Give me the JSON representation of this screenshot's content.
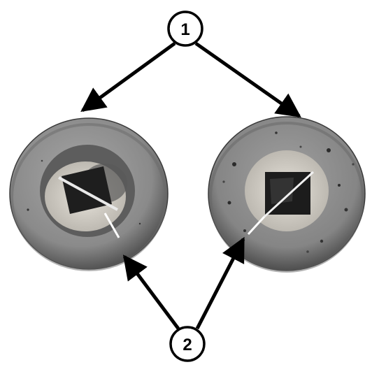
{
  "callouts": [
    {
      "id": "1",
      "label": "1"
    },
    {
      "id": "2",
      "label": "2"
    }
  ],
  "colors": {
    "line": "#000000",
    "callout_fill": "#ffffff",
    "plate_outer": "#8e8e8e",
    "plate_inner": "#5c5c5c",
    "contact_zone": "#d8d4cc",
    "indent": "#202020",
    "crack_highlight": "#f2f2f2"
  }
}
